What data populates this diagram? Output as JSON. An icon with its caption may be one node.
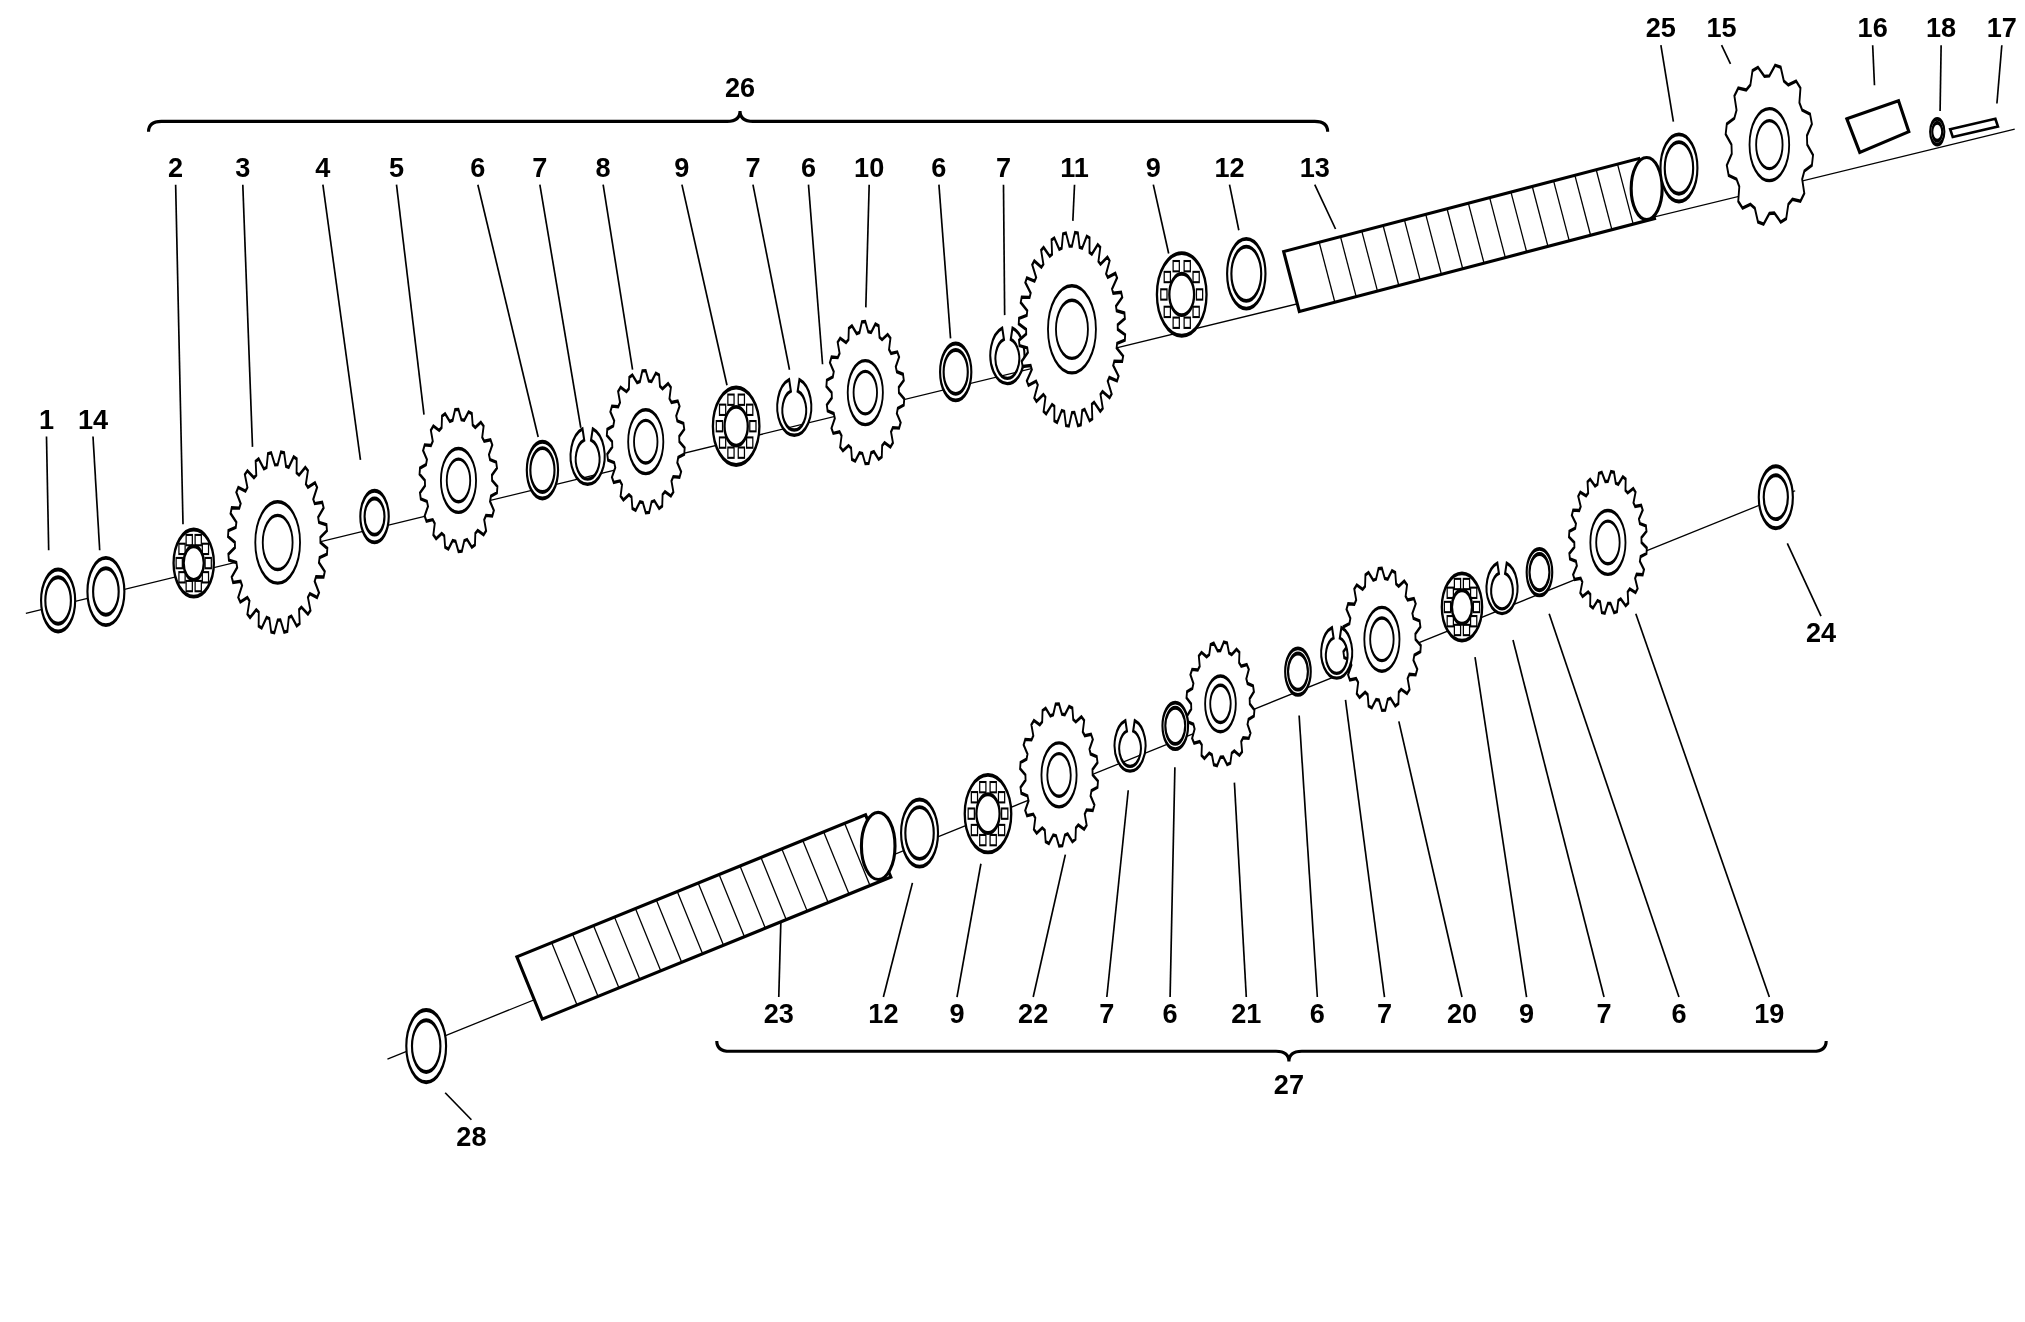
{
  "diagram": {
    "nodes": [
      {
        "text": [
          "1"
        ]
      },
      {
        "text": [
          "14"
        ]
      },
      {
        "text": [
          "2"
        ]
      },
      {
        "text": [
          "3"
        ]
      },
      {
        "text": [
          "4"
        ]
      },
      {
        "text": [
          "5"
        ]
      },
      {
        "text": [
          "6"
        ]
      },
      {
        "text": [
          "7"
        ]
      },
      {
        "text": [
          "8"
        ]
      },
      {
        "text": [
          "9"
        ]
      },
      {
        "text": [
          "7"
        ]
      },
      {
        "text": [
          "6"
        ]
      },
      {
        "text": [
          "10"
        ]
      },
      {
        "text": [
          "6"
        ]
      },
      {
        "text": [
          "7"
        ]
      },
      {
        "text": [
          "11"
        ]
      },
      {
        "text": [
          "9"
        ]
      },
      {
        "text": [
          "12"
        ]
      },
      {
        "text": [
          "13"
        ]
      },
      {
        "text": [
          "25"
        ]
      },
      {
        "text": [
          "15"
        ]
      },
      {
        "text": [
          "16"
        ]
      },
      {
        "text": [
          "18"
        ]
      },
      {
        "text": [
          "17"
        ]
      },
      {
        "text": [
          "24"
        ]
      },
      {
        "text": [
          "23"
        ]
      },
      {
        "text": [
          "12"
        ]
      },
      {
        "text": [
          "9"
        ]
      },
      {
        "text": [
          "22"
        ]
      },
      {
        "text": [
          "7"
        ]
      },
      {
        "text": [
          "6"
        ]
      },
      {
        "text": [
          "21"
        ]
      },
      {
        "text": [
          "6"
        ]
      },
      {
        "text": [
          "7"
        ]
      },
      {
        "text": [
          "20"
        ]
      },
      {
        "text": [
          "9"
        ]
      },
      {
        "text": [
          "7"
        ]
      },
      {
        "text": [
          "6"
        ]
      },
      {
        "text": [
          "19"
        ]
      },
      {
        "text": [
          "28"
        ]
      }
    ],
    "edges": [
      {
        "from": 0,
        "to": null,
        "arrow": "none"
      },
      {
        "from": 1,
        "to": null,
        "arrow": "none"
      },
      {
        "from": 2,
        "to": null,
        "arrow": "none"
      },
      {
        "from": 3,
        "to": null,
        "arrow": "none"
      },
      {
        "from": 4,
        "to": null,
        "arrow": "none"
      },
      {
        "from": 5,
        "to": null,
        "arrow": "none"
      },
      {
        "from": 6,
        "to": null,
        "arrow": "none"
      },
      {
        "from": 7,
        "to": null,
        "arrow": "none"
      },
      {
        "from": 8,
        "to": null,
        "arrow": "none"
      },
      {
        "from": 9,
        "to": null,
        "arrow": "none"
      },
      {
        "from": 10,
        "to": null,
        "arrow": "none"
      },
      {
        "from": 11,
        "to": null,
        "arrow": "none"
      },
      {
        "from": 12,
        "to": null,
        "arrow": "none"
      },
      {
        "from": 13,
        "to": null,
        "arrow": "none"
      },
      {
        "from": 14,
        "to": null,
        "arrow": "none"
      },
      {
        "from": 15,
        "to": null,
        "arrow": "none"
      },
      {
        "from": 16,
        "to": null,
        "arrow": "none"
      },
      {
        "from": 17,
        "to": null,
        "arrow": "none"
      },
      {
        "from": 18,
        "to": null,
        "arrow": "none"
      },
      {
        "from": 19,
        "to": null,
        "arrow": "none"
      },
      {
        "from": 20,
        "to": null,
        "arrow": "none"
      },
      {
        "from": 21,
        "to": null,
        "arrow": "none"
      },
      {
        "from": 22,
        "to": null,
        "arrow": "none"
      },
      {
        "from": 23,
        "to": null,
        "arrow": "none"
      },
      {
        "from": 24,
        "to": null,
        "arrow": "none"
      },
      {
        "from": 25,
        "to": null,
        "arrow": "none"
      },
      {
        "from": 26,
        "to": null,
        "arrow": "none"
      },
      {
        "from": 27,
        "to": null,
        "arrow": "none"
      },
      {
        "from": 28,
        "to": null,
        "arrow": "none"
      },
      {
        "from": 29,
        "to": null,
        "arrow": "none"
      },
      {
        "from": 30,
        "to": null,
        "arrow": "none"
      },
      {
        "from": 31,
        "to": null,
        "arrow": "none"
      },
      {
        "from": 32,
        "to": null,
        "arrow": "none"
      },
      {
        "from": 33,
        "to": null,
        "arrow": "none"
      },
      {
        "from": 34,
        "to": null,
        "arrow": "none"
      },
      {
        "from": 35,
        "to": null,
        "arrow": "none"
      },
      {
        "from": 36,
        "to": null,
        "arrow": "none"
      },
      {
        "from": 37,
        "to": null,
        "arrow": "none"
      },
      {
        "from": 38,
        "to": null,
        "arrow": "none"
      },
      {
        "from": 39,
        "to": null,
        "arrow": "none"
      }
    ],
    "labels": [
      "26",
      "27"
    ]
  }
}
